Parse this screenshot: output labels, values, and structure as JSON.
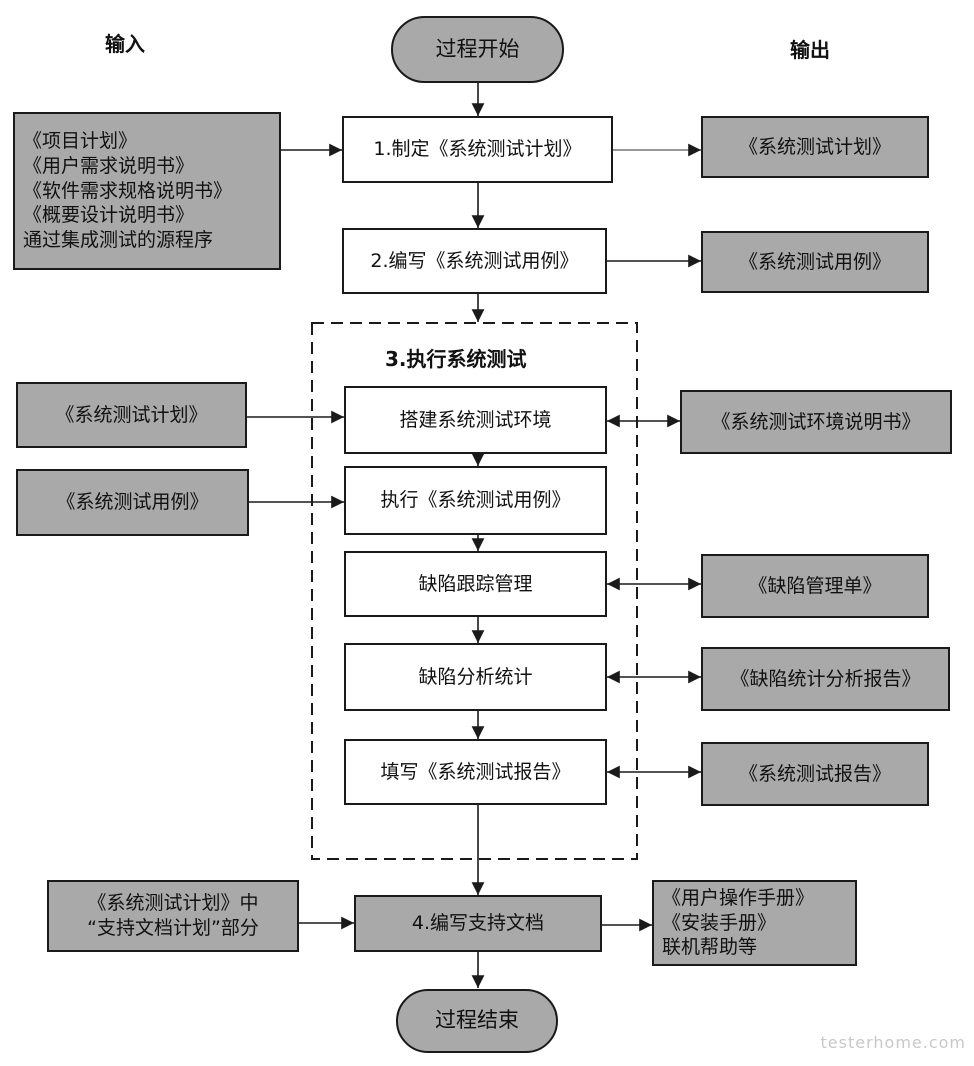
{
  "headers": {
    "input": "输入",
    "output": "输出"
  },
  "start": "过程开始",
  "end": "过程结束",
  "steps": {
    "s1": "1.制定《系统测试计划》",
    "s2": "2.编写《系统测试用例》",
    "s3_title": "3.执行系统测试",
    "s3a": "搭建系统测试环境",
    "s3b": "执行《系统测试用例》",
    "s3c": "缺陷跟踪管理",
    "s3d": "缺陷分析统计",
    "s3e": "填写《系统测试报告》",
    "s4": "4.编写支持文档"
  },
  "inputs": {
    "in1": [
      "《项目计划》",
      "《用户需求说明书》",
      "《软件需求规格说明书》",
      "《概要设计说明书》",
      "通过集成测试的源程序"
    ],
    "in2": "《系统测试计划》",
    "in3": "《系统测试用例》",
    "in4": [
      "《系统测试计划》中",
      "“支持文档计划”部分"
    ]
  },
  "outputs": {
    "out1": "《系统测试计划》",
    "out2": "《系统测试用例》",
    "out3": "《系统测试环境说明书》",
    "out4": "《缺陷管理单》",
    "out5": "《缺陷统计分析报告》",
    "out6": "《系统测试报告》",
    "out7": [
      "《用户操作手册》",
      "《安装手册》",
      "联机帮助等"
    ]
  },
  "watermark": "testerhome.com"
}
